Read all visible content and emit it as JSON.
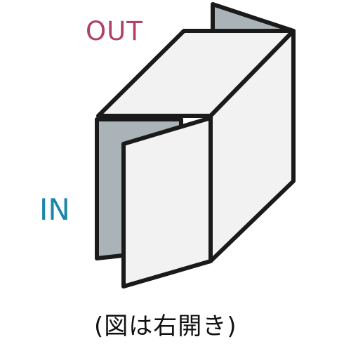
{
  "labels": {
    "out": "OUT",
    "in": "IN"
  },
  "caption": "(図は右開き)",
  "colors": {
    "out_label": "#b0406a",
    "in_label": "#1a87a8",
    "panel_light": "#f2f2f2",
    "panel_shadow": "#a9b3b8",
    "outline": "#1a1a1a"
  }
}
